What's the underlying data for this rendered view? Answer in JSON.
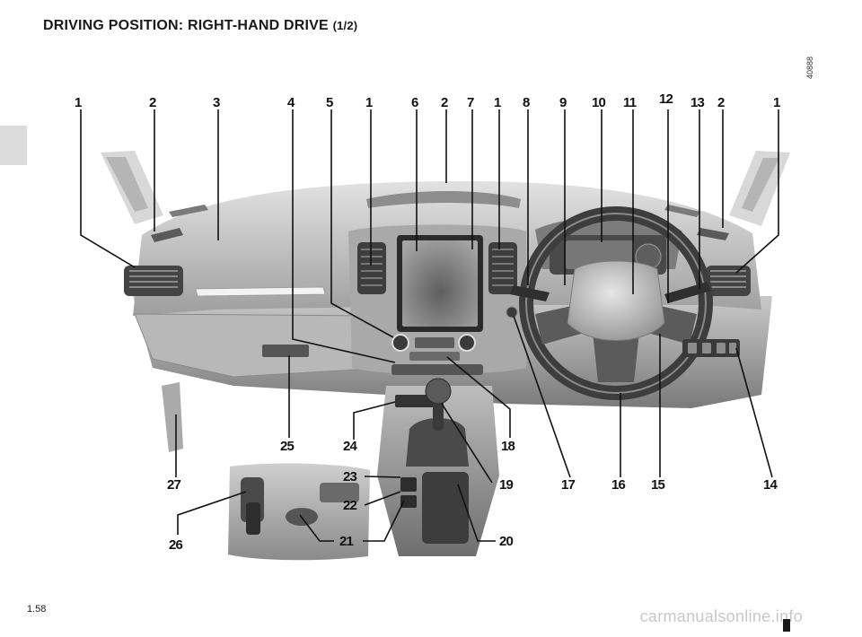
{
  "page": {
    "title": "DRIVING POSITION: RIGHT-HAND DRIVE",
    "title_suffix": "(1/2)",
    "figure_id": "40888",
    "page_number": "1.58",
    "watermark": "carmanualsonline.info"
  },
  "callouts": {
    "top": [
      "1",
      "2",
      "3",
      "4",
      "5",
      "1",
      "6",
      "2",
      "7",
      "1",
      "8",
      "9",
      "10",
      "11",
      "12",
      "13",
      "2",
      "1"
    ],
    "bottom": [
      "14",
      "15",
      "16",
      "17",
      "18",
      "19",
      "20",
      "21",
      "22",
      "23",
      "24",
      "25",
      "26",
      "27"
    ]
  }
}
